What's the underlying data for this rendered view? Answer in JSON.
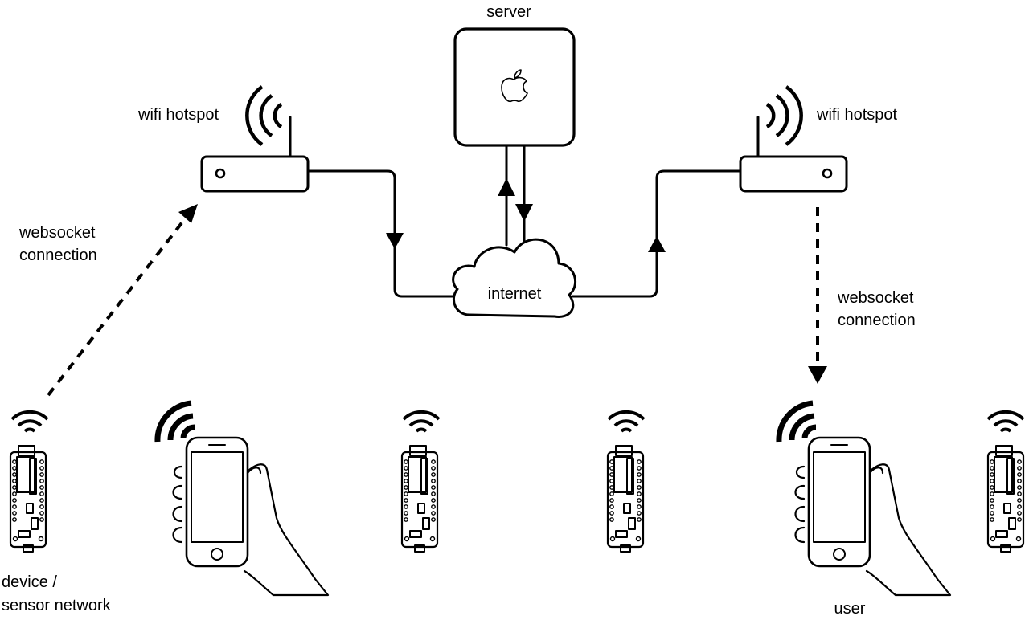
{
  "labels": {
    "server": "server",
    "hotspot_left": "wifi hotspot",
    "hotspot_right": "wifi hotspot",
    "internet": "internet",
    "ws_left_line1": "websocket",
    "ws_left_line2": "connection",
    "ws_right_line1": "websocket",
    "ws_right_line2": "connection",
    "device_line1": "device /",
    "device_line2": "sensor network",
    "user": "user"
  },
  "icons": {
    "server": "apple-logo-icon",
    "cloud": "cloud-icon",
    "router": "router-icon",
    "phone": "phone-in-hand-icon",
    "board": "microcontroller-board-icon",
    "wifi": "wifi-signal-icon"
  }
}
